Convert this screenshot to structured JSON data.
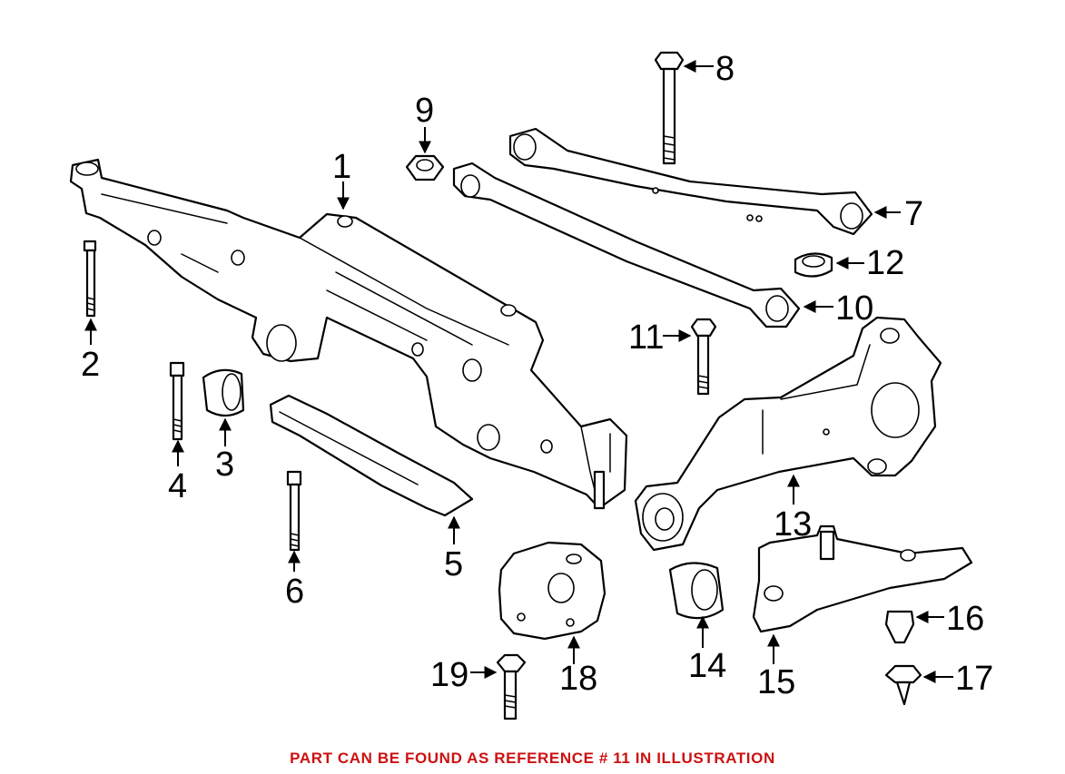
{
  "diagram": {
    "callouts": [
      {
        "id": "1",
        "text": "1"
      },
      {
        "id": "2",
        "text": "2"
      },
      {
        "id": "3",
        "text": "3"
      },
      {
        "id": "4",
        "text": "4"
      },
      {
        "id": "5",
        "text": "5"
      },
      {
        "id": "6",
        "text": "6"
      },
      {
        "id": "7",
        "text": "7"
      },
      {
        "id": "8",
        "text": "8"
      },
      {
        "id": "9",
        "text": "9"
      },
      {
        "id": "10",
        "text": "10"
      },
      {
        "id": "11",
        "text": "11"
      },
      {
        "id": "12",
        "text": "12"
      },
      {
        "id": "13",
        "text": "13"
      },
      {
        "id": "14",
        "text": "14"
      },
      {
        "id": "15",
        "text": "15"
      },
      {
        "id": "16",
        "text": "16"
      },
      {
        "id": "17",
        "text": "17"
      },
      {
        "id": "18",
        "text": "18"
      },
      {
        "id": "19",
        "text": "19"
      }
    ]
  },
  "footer": {
    "note": "PART CAN BE FOUND AS REFERENCE # 11 IN ILLUSTRATION",
    "note_color": "#cc1111"
  }
}
